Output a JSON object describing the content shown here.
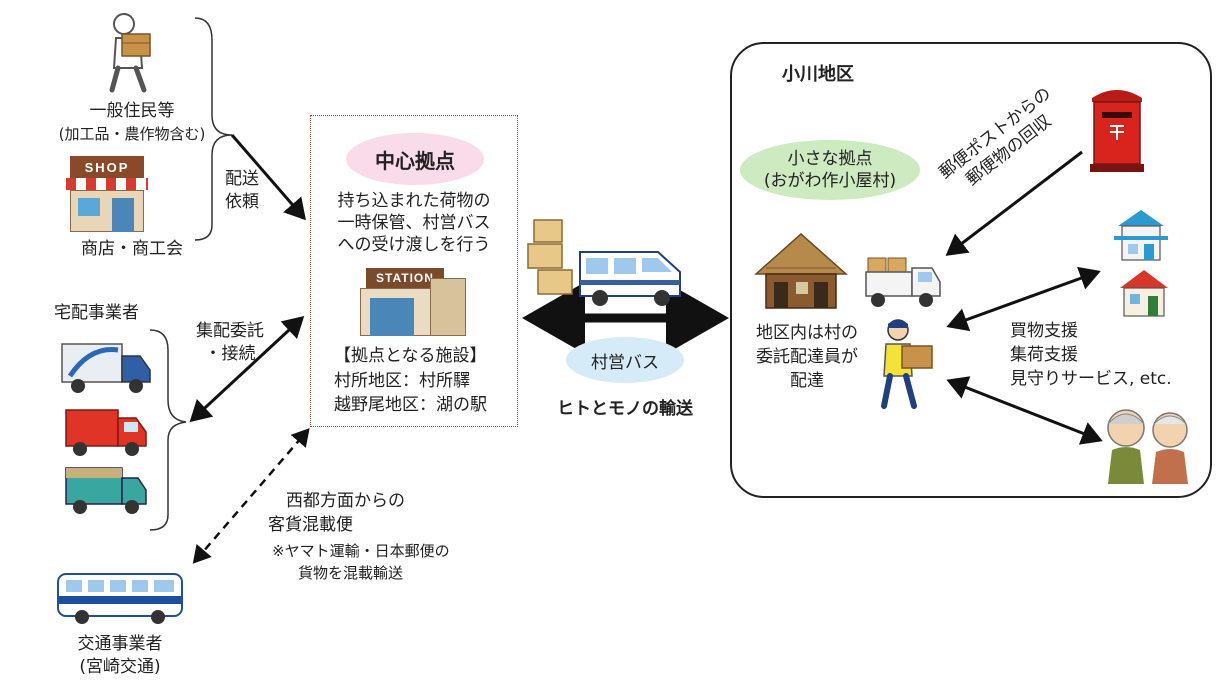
{
  "left": {
    "residents": "一般住民等",
    "residents_note": "(加工品・農作物含む)",
    "shop_sign": "SHOP",
    "shops": "商店・商工会",
    "delivery_request": [
      "配送",
      "依頼"
    ],
    "couriers": "宅配事業者",
    "consign": [
      "集配委託",
      "・接続"
    ],
    "transport_operator": "交通事業者",
    "transport_operator_note": "(宮崎交通)"
  },
  "hub": {
    "title": "中心拠点",
    "description": [
      "持ち込まれた荷物の",
      "一時保管、村営バス",
      "への受け渡しを行う"
    ],
    "station_sign": "STATION",
    "facilities_header": "【拠点となる施設】",
    "facilities": [
      "村所地区：村所驛",
      "越野尾地区：湖の駅"
    ]
  },
  "mixed": {
    "line1": "西都方面からの",
    "line2": "客貨混載便",
    "note1": "※ヤマト運輸・日本郵便の",
    "note2": "貨物を混載輸送"
  },
  "middle": {
    "bus_label": "村営バス",
    "transport_caption": "ヒトとモノの輸送"
  },
  "region": {
    "title": "小川地区",
    "small_hub": [
      "小さな拠点",
      "(おがわ作小屋村)"
    ],
    "postbox_collection": [
      "郵便ポストからの",
      "郵便物の回収"
    ],
    "local_delivery": [
      "地区内は村の",
      "委託配達員が",
      "配達"
    ],
    "services": [
      "買物支援",
      "集荷支援",
      "見守りサービス, etc."
    ]
  },
  "colors": {
    "hub_bubble": "#fadbea",
    "bus_bubble": "#d6ebf8",
    "small_hub_bubble": "#cdeac0",
    "hub_border": "#c0392b",
    "postbox": "#d9231d"
  }
}
